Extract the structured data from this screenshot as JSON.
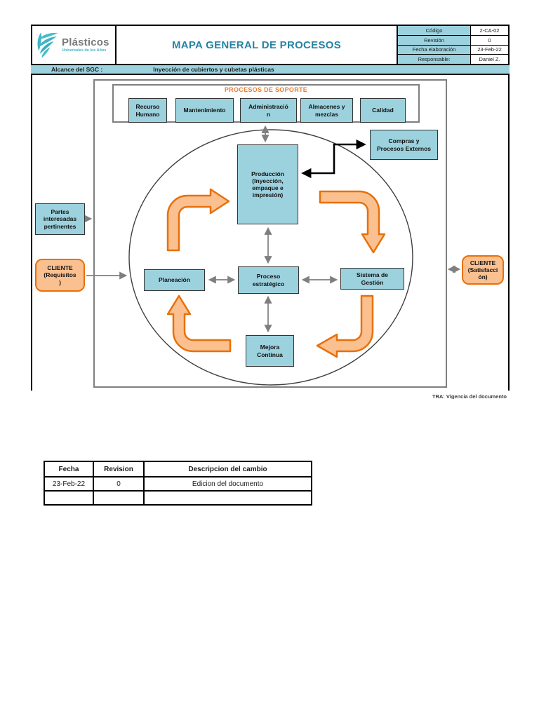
{
  "header": {
    "logo": {
      "brand": "Plásticos",
      "tagline": "Universales de los Altos"
    },
    "title": "MAPA GENERAL DE PROCESOS",
    "info_rows": [
      {
        "label": "Código",
        "value": "2-CA-02"
      },
      {
        "label": "Revisión",
        "value": "0"
      },
      {
        "label": "Fecha elaboración",
        "value": "23-Feb-22"
      },
      {
        "label": "Responsable:",
        "value": "Daniel Z."
      }
    ]
  },
  "scope": {
    "label": "Alcance del SGC :",
    "value": "Inyección de cubiertos y cubetas plásticas"
  },
  "diagram": {
    "support_title": "PROCESOS DE SOPORTE",
    "support_boxes": [
      {
        "label": "Recurso\nHumano"
      },
      {
        "label": "Mantenimiento"
      },
      {
        "label": "Administració\nn"
      },
      {
        "label": "Almacenes y\nmezclas"
      },
      {
        "label": "Calidad"
      }
    ],
    "nodes": {
      "produccion": "Producción\n(Inyección,\nempaque e\nimpresión)",
      "compras": "Compras y\nProcesos Externos",
      "planeacion": "Planeación",
      "proceso_estrategico": "Proceso\nestratégico",
      "sistema_gestion": "Sistema de\nGestión",
      "mejora_continua": "Mejora\nContinua",
      "partes_interesadas": "Partes\ninteresadas\npertinentes",
      "cliente_requisitos": "CLIENTE\n(Requisitos\n)",
      "cliente_satisfaccion": "CLIENTE\n(Satisfacci\nón)"
    }
  },
  "footer_note": "TRA: Vigencia del documento",
  "revision_table": {
    "headers": [
      "Fecha",
      "Revision",
      "Descripcion del cambio"
    ],
    "rows": [
      [
        "23-Feb-22",
        "0",
        "Edicion del documento"
      ],
      [
        "",
        "",
        ""
      ]
    ]
  },
  "colors": {
    "light_blue": "#9CD1DE",
    "teal_title": "#2783A3",
    "orange_label": "#ED7D31",
    "orange_fill": "#FAC090",
    "orange_stroke": "#E8700A",
    "logo_teal": "#3FB5C6"
  }
}
